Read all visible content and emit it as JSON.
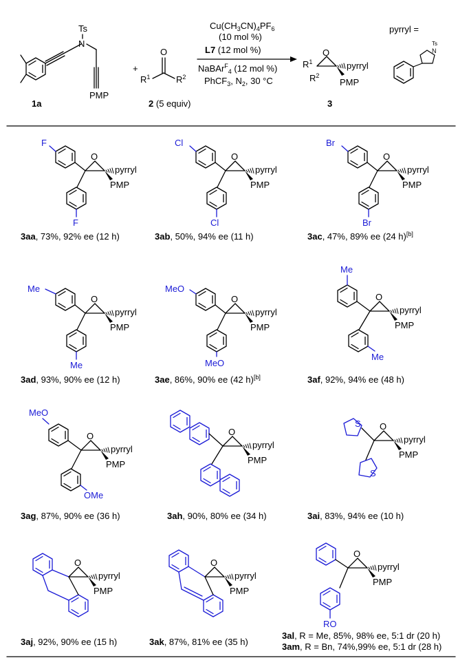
{
  "scheme": {
    "reagent_1a": "1a",
    "reagent_2": "2",
    "reagent_2_equiv": "(5 equiv)",
    "product_3": "3",
    "plus": "+",
    "conditions": {
      "catalyst": "Cu(CH3CN)4PF6",
      "catalyst_loading": "(10 mol %)",
      "ligand": "L7",
      "ligand_loading": "(12 mol %)",
      "additive": "NaBArF4 (12 mol %)",
      "solvent": "PhCF3, N2, 30 °C"
    },
    "labels": {
      "ts": "Ts",
      "n": "N",
      "o": "O",
      "pmp": "PMP",
      "pyrryl": "pyrryl",
      "pyrryl_def": "pyrryl =",
      "r1": "R1",
      "r2": "R2"
    }
  },
  "entries": [
    {
      "id": "3aa",
      "text": ", 73%, 92% ee (12 h)",
      "sub": "F"
    },
    {
      "id": "3ab",
      "text": ", 50%, 94% ee (11 h)",
      "sub": "Cl"
    },
    {
      "id": "3ac",
      "text": ", 47%, 89% ee (24 h)",
      "note": "[b]",
      "sub": "Br"
    },
    {
      "id": "3ad",
      "text": ", 93%, 90% ee (12 h)",
      "sub": "Me"
    },
    {
      "id": "3ae",
      "text": ", 86%, 90% ee (42 h)",
      "note": "[b]",
      "sub": "MeO"
    },
    {
      "id": "3af",
      "text": ", 92%, 94% ee (48 h)",
      "sub": "Me"
    },
    {
      "id": "3ag",
      "text": ", 87%, 90% ee (36 h)",
      "sub": "MeO",
      "sub2": "OMe"
    },
    {
      "id": "3ah",
      "text": ", 90%, 80% ee (34 h)"
    },
    {
      "id": "3ai",
      "text": ", 83%, 94% ee (10 h)",
      "sub": "S"
    },
    {
      "id": "3aj",
      "text": ", 92%, 90% ee (15 h)"
    },
    {
      "id": "3ak",
      "text": ", 87%, 81% ee (35 h)"
    },
    {
      "id": "3al",
      "text": ", R = Me, 85%, 98% ee, 5:1 dr (20 h)",
      "sub": "RO"
    },
    {
      "id": "3am",
      "text": ", R = Bn, 74%,99% ee, 5:1 dr (28 h)"
    }
  ]
}
